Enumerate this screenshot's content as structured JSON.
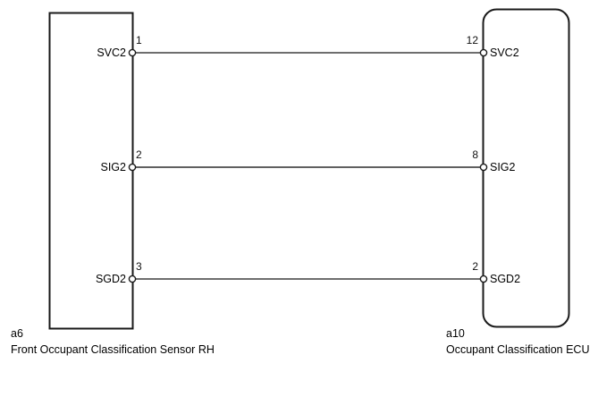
{
  "diagram": {
    "type": "wiring-harness-diagram",
    "background_color": "#ffffff",
    "wire_color": "#5a5a5a",
    "outline_color": "#1a1a1a",
    "text_color": "#000000"
  },
  "connectors": {
    "left": {
      "code": "a6",
      "name": "Front Occupant Classification Sensor RH",
      "shape": "rectangle",
      "terminals": [
        {
          "pin": "1",
          "label": "SVC2"
        },
        {
          "pin": "2",
          "label": "SIG2"
        },
        {
          "pin": "3",
          "label": "SGD2"
        }
      ]
    },
    "right": {
      "code": "a10",
      "name": "Occupant Classification ECU",
      "shape": "rounded-rectangle",
      "terminals": [
        {
          "pin": "12",
          "label": "SVC2"
        },
        {
          "pin": "8",
          "label": "SIG2"
        },
        {
          "pin": "2",
          "label": "SGD2"
        }
      ]
    }
  },
  "wires": [
    {
      "signal": "SVC2",
      "from_pin": "1",
      "to_pin": "12"
    },
    {
      "signal": "SIG2",
      "from_pin": "2",
      "to_pin": "8"
    },
    {
      "signal": "SGD2",
      "from_pin": "3",
      "to_pin": "2"
    }
  ]
}
